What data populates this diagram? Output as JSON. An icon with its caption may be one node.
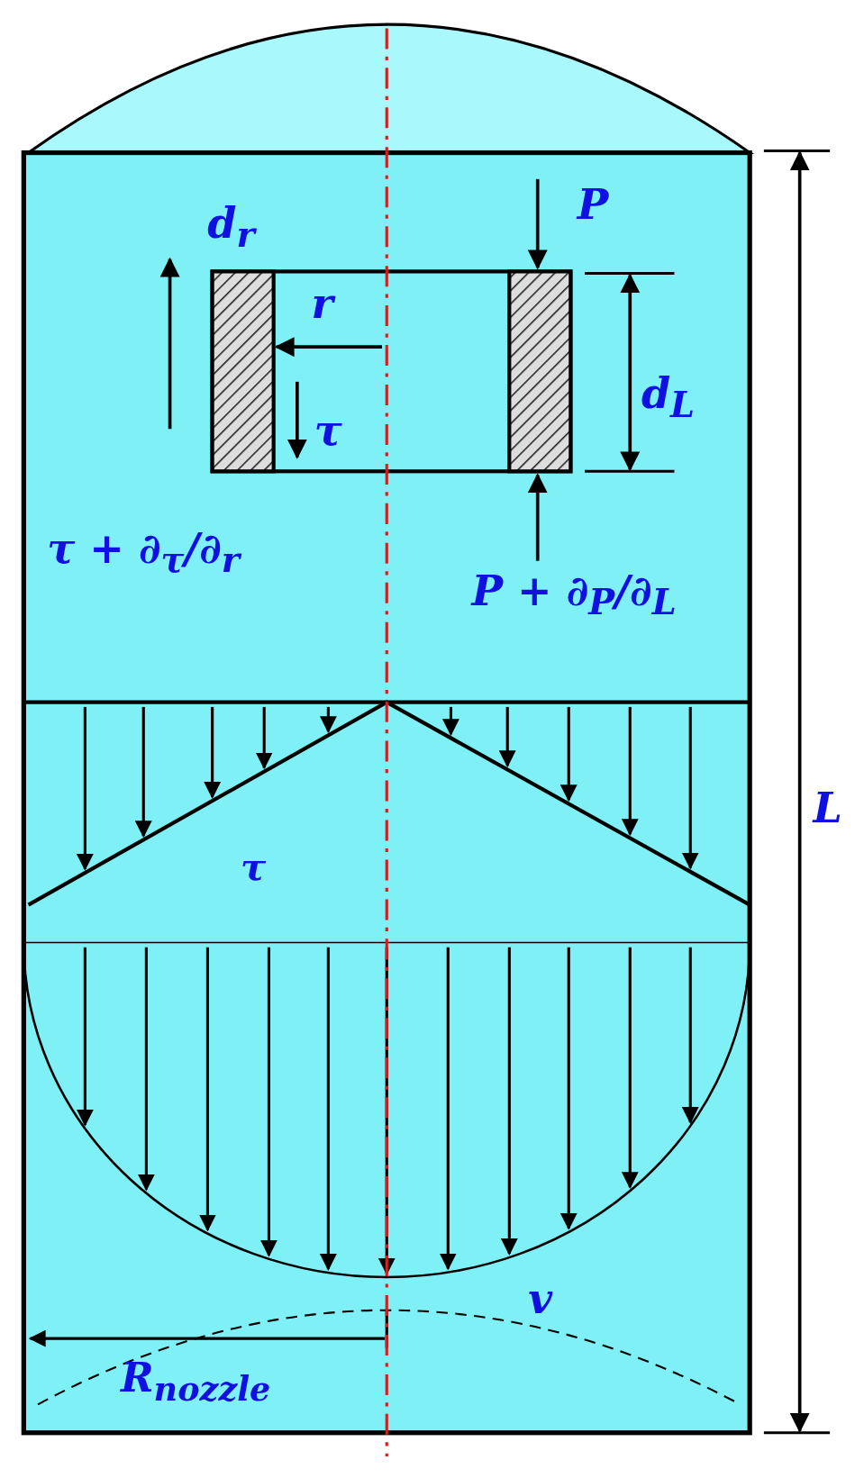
{
  "diagram": {
    "labels": [
      "d$_{r}$",
      "P",
      "r",
      "τ",
      "d$_{L}$",
      "τ + ∂$_{τ}$/∂$_{r}$",
      "P + ∂$_{P}$/∂$_{L}$",
      "τ",
      "L",
      "v",
      "R$_{nozzle}$"
    ]
  }
}
